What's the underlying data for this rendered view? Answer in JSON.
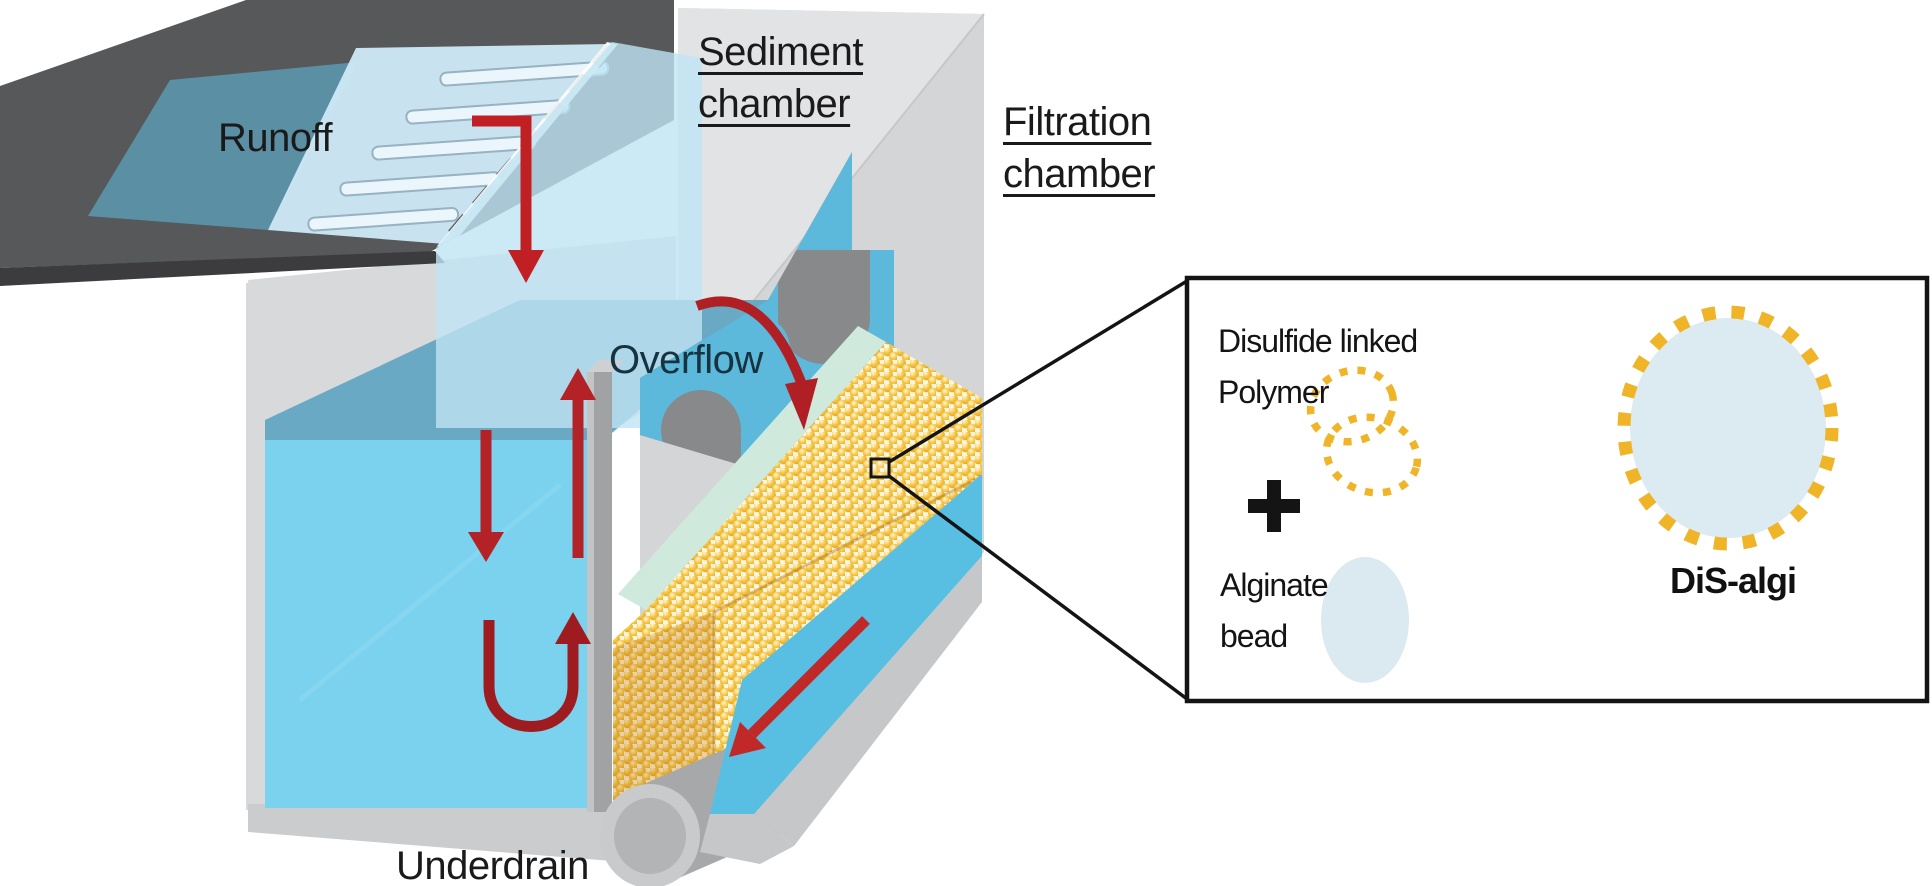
{
  "scene": {
    "runoff": "Runoff",
    "sediment1": "Sediment",
    "sediment2": "chamber",
    "filtration1": "Filtration",
    "filtration2": "chamber",
    "overflow": "Overflow",
    "underdrain": "Underdrain"
  },
  "inset": {
    "polymer1": "Disulfide linked",
    "polymer2": "Polymer",
    "plus": "+",
    "alginate1": "Alginate",
    "alginate2": "bead",
    "product": "DiS-algi"
  },
  "colors": {
    "road": "#57585a",
    "road_edge": "#3c3c3e",
    "runoff_surface": "#5b8fa4",
    "grate_plane": "#cfeaf8",
    "water_front": "#7bd2ee",
    "water_top": "#69a9c4",
    "overflow_water": "#5cb9dc",
    "channel_water": "#58bfe2",
    "box_light": "#dcdddf",
    "box_lighter": "#e3e4e6",
    "interior_dark": "#87898b",
    "divider_wall": "#a0a2a4",
    "mint_edge": "#cfe9dc",
    "bead_gold": "#f0b429",
    "arrow_red": "#b22226",
    "callout_black": "#141414"
  }
}
